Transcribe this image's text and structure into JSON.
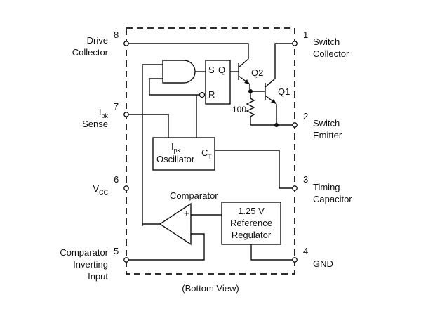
{
  "pins": {
    "p8": {
      "num": "8",
      "line1": "Drive",
      "line2": "Collector"
    },
    "p7": {
      "num": "7",
      "line1": "I",
      "sub": "pk",
      "line2": "Sense"
    },
    "p6": {
      "num": "6",
      "main": "V",
      "sub": "CC"
    },
    "p5": {
      "num": "5",
      "line1": "Comparator",
      "line2": "Inverting",
      "line3": "Input"
    },
    "p1": {
      "num": "1",
      "line1": "Switch",
      "line2": "Collector"
    },
    "p2": {
      "num": "2",
      "line1": "Switch",
      "line2": "Emitter"
    },
    "p3": {
      "num": "3",
      "line1": "Timing",
      "line2": "Capacitor"
    },
    "p4": {
      "num": "4",
      "line1": "GND"
    }
  },
  "blocks": {
    "latch": {
      "s": "S",
      "q": "Q",
      "r": "R"
    },
    "oscillator": {
      "ipk_main": "I",
      "ipk_sub": "pk",
      "label": "Oscillator",
      "ct_main": "C",
      "ct_sub": "T"
    },
    "comparator": {
      "title": "Comparator",
      "plus": "+",
      "minus": "-"
    },
    "reference": {
      "line1": "1.25 V",
      "line2": "Reference",
      "line3": "Regulator"
    },
    "q2": "Q2",
    "q1": "Q1",
    "resistor": "100"
  },
  "footer": "(Bottom View)"
}
